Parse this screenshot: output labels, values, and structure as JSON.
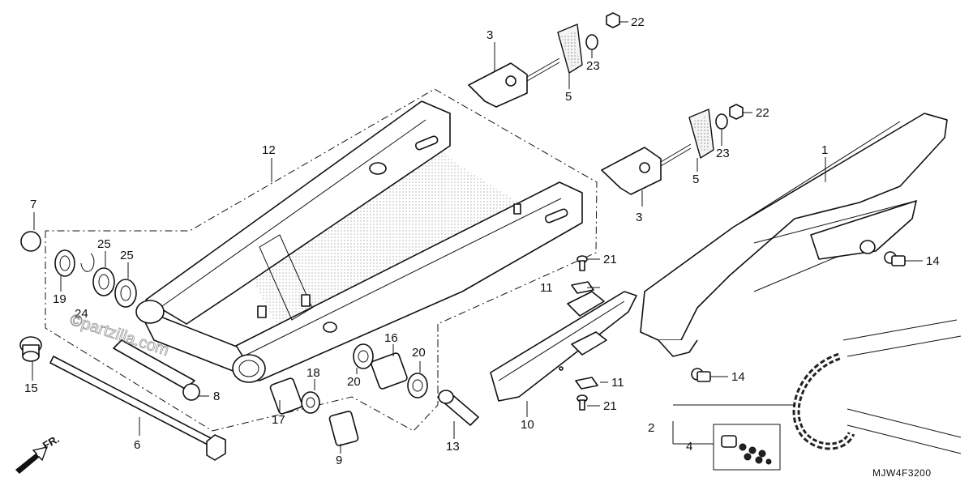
{
  "diagram_code": "MJW4F3200",
  "direction_label": "FR.",
  "watermark": "©partzilla.com",
  "callouts": {
    "c1": "1",
    "c2": "2",
    "c3a": "3",
    "c3b": "3",
    "c4": "4",
    "c5a": "5",
    "c5b": "5",
    "c6": "6",
    "c7": "7",
    "c8": "8",
    "c9": "9",
    "c10": "10",
    "c11a": "11",
    "c11b": "11",
    "c12": "12",
    "c13": "13",
    "c14a": "14",
    "c14b": "14",
    "c15": "15",
    "c16": "16",
    "c17": "17",
    "c18": "18",
    "c19": "19",
    "c20a": "20",
    "c20b": "20",
    "c21a": "21",
    "c21b": "21",
    "c22a": "22",
    "c22b": "22",
    "c23a": "23",
    "c23b": "23",
    "c24": "24",
    "c25a": "25",
    "c25b": "25"
  }
}
